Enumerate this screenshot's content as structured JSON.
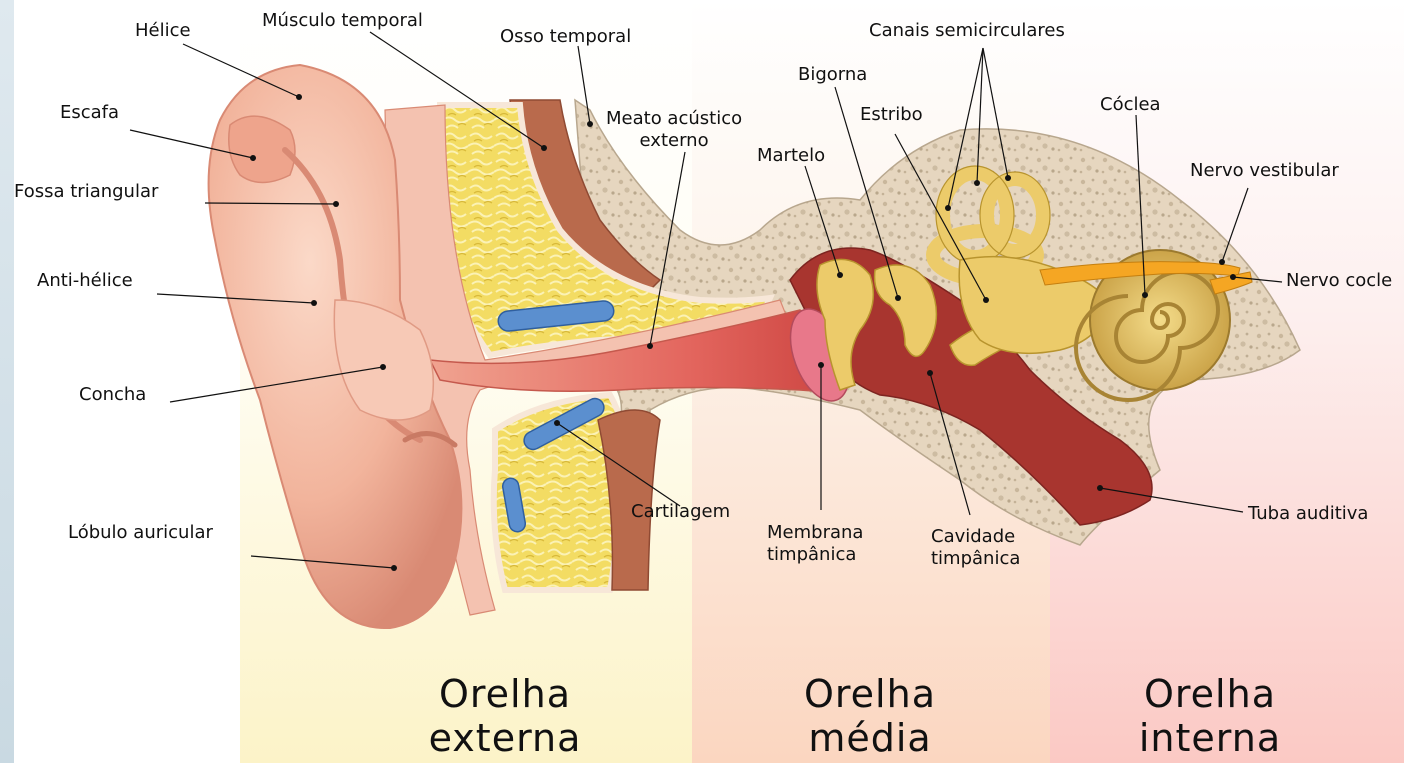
{
  "labels": {
    "helice": "Hélice",
    "musculo_temporal": "Músculo temporal",
    "osso_temporal": "Osso temporal",
    "canais_semicirculares": "Canais semicirculares",
    "bigorna": "Bigorna",
    "escafa": "Escafa",
    "meato_acustico_externo": "Meato acústico\nexterno",
    "estribo": "Estribo",
    "coclea": "Cóclea",
    "martelo": "Martelo",
    "fossa_triangular": "Fossa triangular",
    "nervo_vestibular": "Nervo vestibular",
    "anti_helice": "Anti-hélice",
    "nervo_coclear": "Nervo cocle",
    "concha": "Concha",
    "cartilagem": "Cartilagem",
    "tuba_auditiva": "Tuba auditiva",
    "lobulo_auricular": "Lóbulo auricular",
    "membrana_timpanica": "Membrana\ntimpânica",
    "cavidade_timpanica": "Cavidade\ntimpânica"
  },
  "zones": {
    "externa": "Orelha\nexterna",
    "media": "Orelha\nmédia",
    "interna": "Orelha\ninterna"
  },
  "colors": {
    "skin": "#f2b49c",
    "skin_dark": "#d98a74",
    "fat": "#f3dc63",
    "muscle": "#b96a4c",
    "bone": "#e3d3bb",
    "cartilage": "#5b8fcf",
    "canal": "#d44a4a",
    "ossicle": "#eccb6a",
    "cochlea": "#d9b75a",
    "nerve": "#f5a623",
    "cavity": "#a8352f",
    "membrane": "#e8788a"
  }
}
